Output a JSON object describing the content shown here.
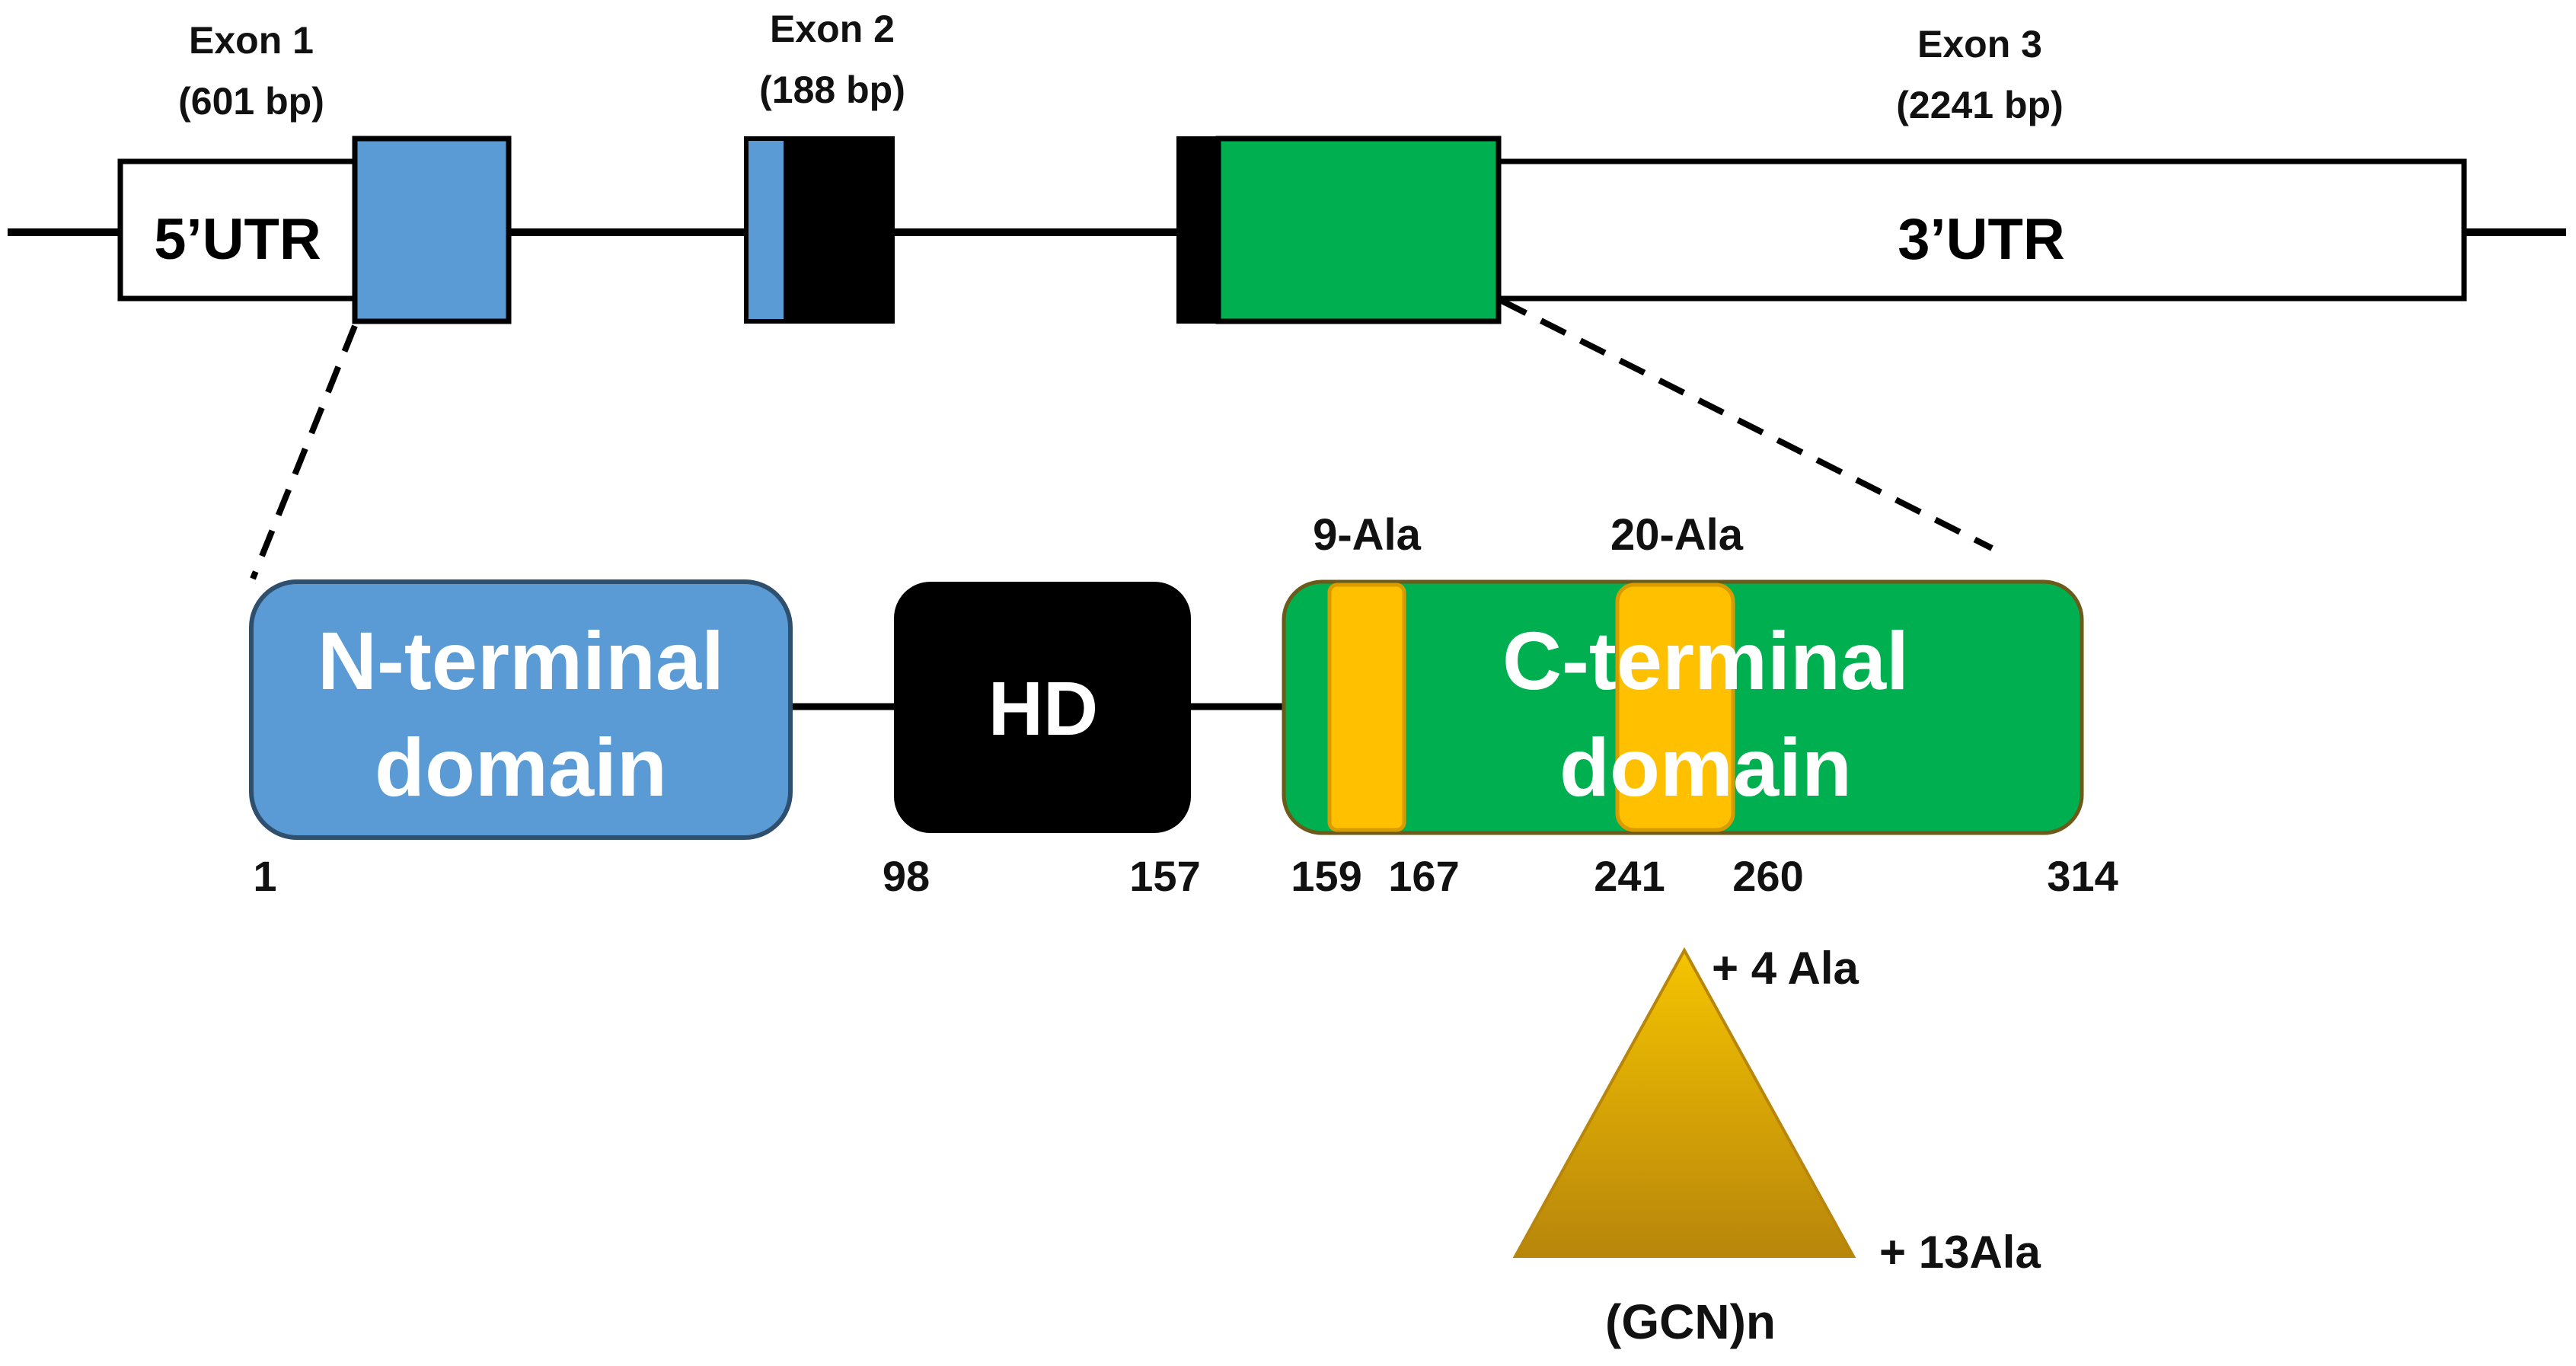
{
  "gene": {
    "exon1": {
      "name": "Exon 1",
      "length": "(601 bp)"
    },
    "exon2": {
      "name": "Exon 2",
      "length": "(188 bp)"
    },
    "exon3": {
      "name": "Exon 3",
      "length": "(2241 bp)"
    },
    "utr5": "5’UTR",
    "utr3": "3’UTR"
  },
  "protein": {
    "n_terminal": {
      "line1": "N-terminal",
      "line2": "domain"
    },
    "hd": "HD",
    "c_terminal": {
      "line1": "C-terminal",
      "line2": "domain"
    },
    "repeat1_label": "9-Ala",
    "repeat2_label": "20-Ala",
    "positions": [
      "1",
      "98",
      "157",
      "159",
      "167",
      "241",
      "260",
      "314"
    ]
  },
  "expansion": {
    "plus_small": "+ 4 Ala",
    "plus_large": "+ 13Ala",
    "codon": "(GCN)n"
  },
  "colors": {
    "n_terminal": "#5b9bd5",
    "homeodomain": "#000000",
    "c_terminal": "#00b050",
    "ala_repeat": "#ffc000",
    "triangle_top": "#f5c400",
    "triangle_bottom": "#b8860b",
    "utr": "#ffffff"
  }
}
